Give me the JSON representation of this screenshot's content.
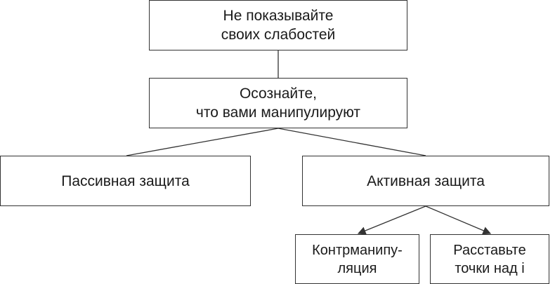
{
  "nodes": {
    "top": {
      "lines": [
        "Не показывайте",
        "своих слабостей"
      ]
    },
    "aware": {
      "lines": [
        "Осознайте,",
        "что вами манипулируют"
      ]
    },
    "passive": {
      "lines": [
        "Пассивная защита"
      ]
    },
    "active": {
      "lines": [
        "Активная защита"
      ]
    },
    "counter": {
      "lines": [
        "Контрманипу-",
        "ляция"
      ]
    },
    "dots": {
      "lines": [
        "Расставьте",
        "точки над i"
      ]
    }
  },
  "edges": [
    {
      "from": "top",
      "to": "aware",
      "arrow": false
    },
    {
      "from": "aware",
      "to": "passive",
      "arrow": false
    },
    {
      "from": "aware",
      "to": "active",
      "arrow": false
    },
    {
      "from": "active",
      "to": "counter",
      "arrow": true
    },
    {
      "from": "active",
      "to": "dots",
      "arrow": true
    }
  ],
  "colors": {
    "stroke": "#333333",
    "text": "#1a1a1a",
    "background": "#ffffff"
  }
}
